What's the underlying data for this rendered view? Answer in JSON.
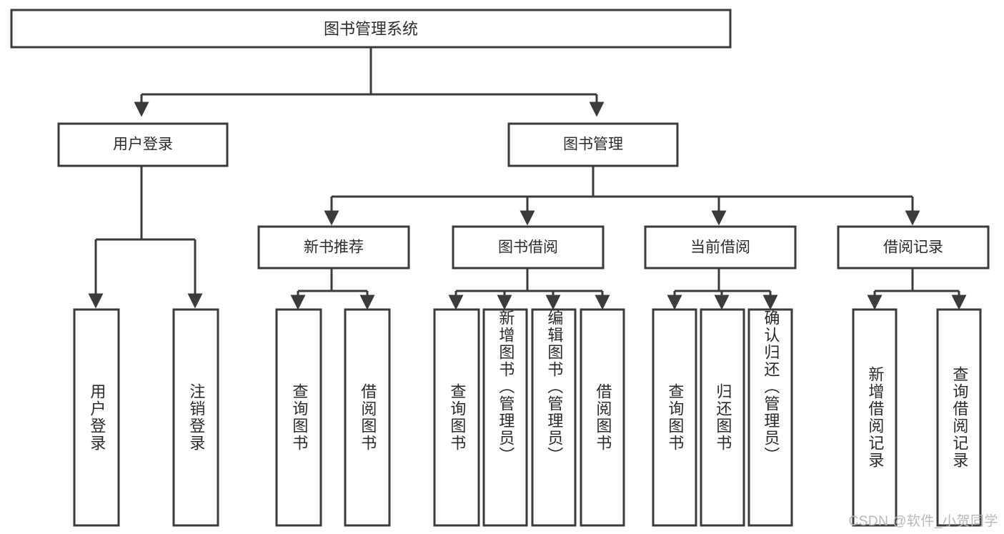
{
  "diagram": {
    "type": "tree-hierarchy",
    "title": "图书管理系统",
    "watermark": "CSDN @软件_小贺同学",
    "colors": {
      "stroke": "#3b3b3b",
      "fill": "#ffffff",
      "text": "#2b2b2b",
      "watermark": "#b9b9b9"
    },
    "root": {
      "label": "图书管理系统",
      "children": [
        {
          "label": "用户登录",
          "children": [
            {
              "label": "用户登录"
            },
            {
              "label": "注销登录"
            }
          ]
        },
        {
          "label": "图书管理",
          "children": [
            {
              "label": "新书推荐",
              "children": [
                {
                  "label": "查询图书"
                },
                {
                  "label": "借阅图书"
                }
              ]
            },
            {
              "label": "图书借阅",
              "children": [
                {
                  "label": "查询图书"
                },
                {
                  "label": "新增图书（管理员）"
                },
                {
                  "label": "编辑图书（管理员）"
                },
                {
                  "label": "借阅图书"
                }
              ]
            },
            {
              "label": "当前借阅",
              "children": [
                {
                  "label": "查询图书"
                },
                {
                  "label": "归还图书"
                },
                {
                  "label": "确认归还（管理员）"
                }
              ]
            },
            {
              "label": "借阅记录",
              "children": [
                {
                  "label": "新增借阅记录"
                },
                {
                  "label": "查询借阅记录"
                }
              ]
            }
          ]
        }
      ]
    },
    "nodes": {
      "root_title": "图书管理系统",
      "l1_user_login": "用户登录",
      "l1_book_manage": "图书管理",
      "l2_new_book": "新书推荐",
      "l2_book_borrow": "图书借阅",
      "l2_current_borrow": "当前借阅",
      "l2_borrow_record": "借阅记录",
      "leaf_user_login": "用户登录",
      "leaf_logout": "注销登录",
      "leaf_nb_query": "查询图书",
      "leaf_nb_borrow": "借阅图书",
      "leaf_bb_query": "查询图书",
      "leaf_bb_add": "新增图书（管理员）",
      "leaf_bb_edit": "编辑图书（管理员）",
      "leaf_bb_borrow": "借阅图书",
      "leaf_cb_query": "查询图书",
      "leaf_cb_return": "归还图书",
      "leaf_cb_confirm": "确认归还（管理员）",
      "leaf_br_add": "新增借阅记录",
      "leaf_br_query": "查询借阅记录"
    }
  }
}
